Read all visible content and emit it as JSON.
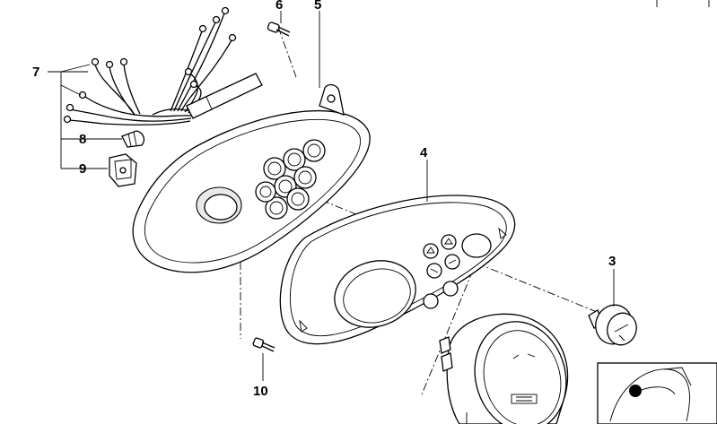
{
  "callouts": {
    "p3": "3",
    "p4": "4",
    "p5": "5",
    "p6": "6",
    "p7": "7",
    "p8": "8",
    "p9": "9",
    "p10": "10"
  },
  "colors": {
    "line": "#000000",
    "background": "#ffffff",
    "fill_shade": "#e9e9e9"
  }
}
